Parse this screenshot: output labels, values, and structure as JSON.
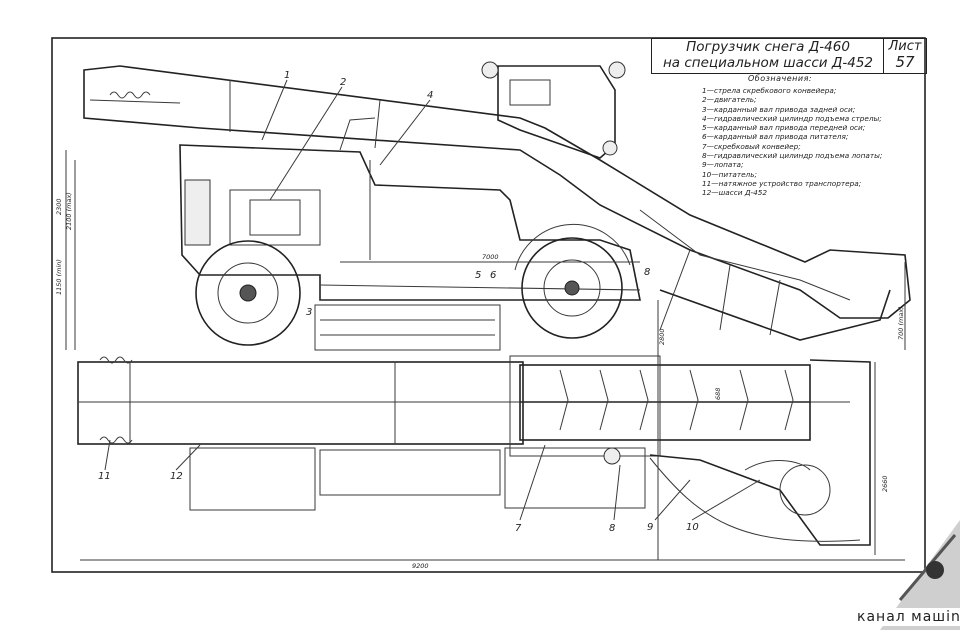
{
  "title": {
    "line1": "Погрузчик снега Д-460",
    "line2": "на специальном шасси Д-452"
  },
  "sheet": {
    "label": "Лист",
    "number": "57"
  },
  "legend": {
    "heading": "Обозначения:",
    "items": [
      "1—стрела скребкового конвейера;",
      "2—двигатель;",
      "3—карданный вал привода задней оси;",
      "4—гидравлический цилиндр подъема стрелы;",
      "5—карданный вал привода передней оси;",
      "6—карданный вал привода питателя;",
      "7—скребковый конвейер;",
      "8—гидравлический цилиндр подъема лопаты;",
      "9—лопата;",
      "10—питатель;",
      "11—натяжное устройство транспортера;",
      "12—шасси Д-452"
    ]
  },
  "callouts": [
    "1",
    "2",
    "3",
    "4",
    "5",
    "6",
    "7",
    "8",
    "8",
    "9",
    "10",
    "11",
    "12"
  ],
  "dimensions": [
    "2300",
    "2100 (max)",
    "1150 (min)",
    "7000",
    "9200",
    "2800",
    "2660",
    "700 (max)",
    "688"
  ],
  "watermark": "канал машina"
}
